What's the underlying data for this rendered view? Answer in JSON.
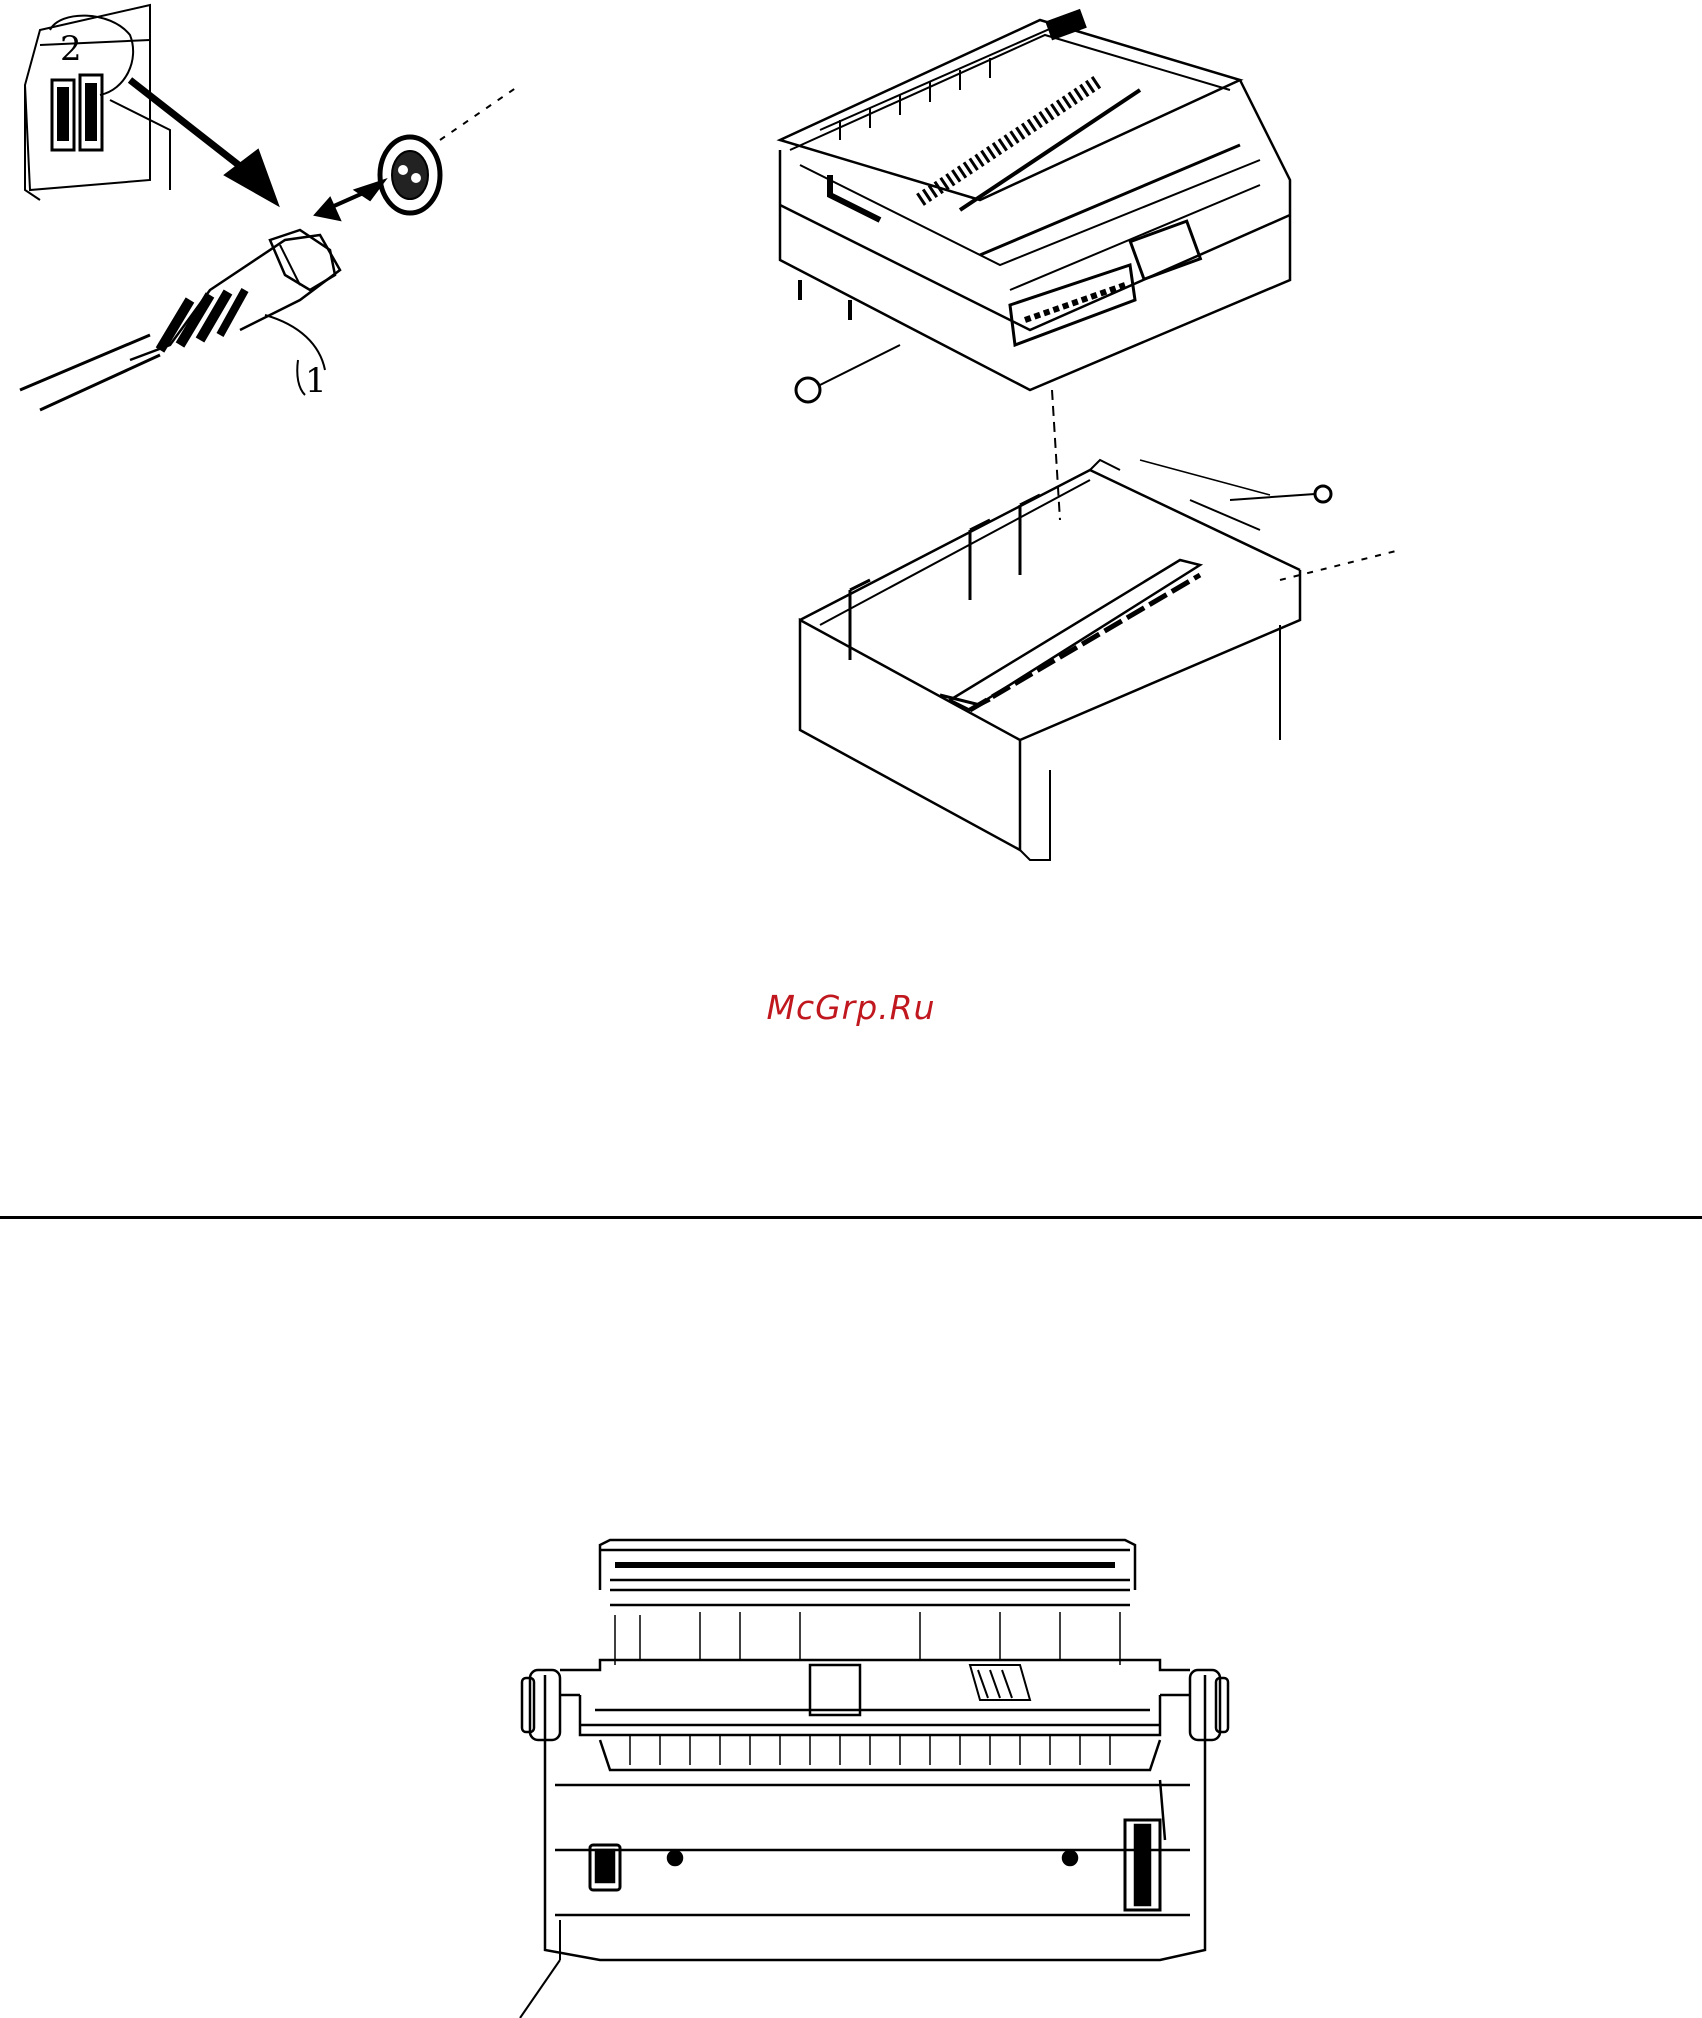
{
  "watermark": {
    "text": "McGrp.Ru",
    "color": "#c0181e"
  },
  "figures": {
    "top_left": {
      "icon": "power-connector-illustration",
      "callout_number": "1",
      "callout_partial_number": "2"
    },
    "top_right": {
      "icon": "printer-on-stand-illustration"
    },
    "bottom": {
      "icon": "printer-front-view-illustration"
    }
  },
  "colors": {
    "background": "#ffffff",
    "ink": "#000000",
    "divider": "#000000"
  }
}
